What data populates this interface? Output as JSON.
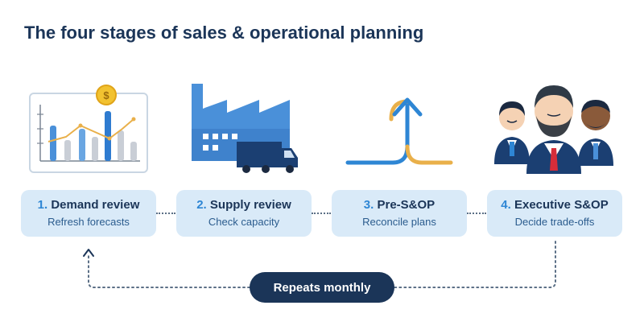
{
  "title": "The four stages of sales & operational planning",
  "stages": [
    {
      "number": "1.",
      "title": "Demand review",
      "subtitle": "Refresh forecasts"
    },
    {
      "number": "2.",
      "title": "Supply review",
      "subtitle": "Check capacity"
    },
    {
      "number": "3.",
      "title": "Pre-S&OP",
      "subtitle": "Reconcile plans"
    },
    {
      "number": "4.",
      "title": "Executive S&OP",
      "subtitle": "Decide trade-offs"
    }
  ],
  "loop": {
    "label": "Repeats monthly"
  },
  "illustrations": {
    "stage1": "demand-chart-with-dollar-coin",
    "stage2": "factory-and-delivery-truck",
    "stage3": "merging-arrows",
    "stage4": "three-executives"
  },
  "colors": {
    "navy": "#1b3558",
    "accent_blue": "#2e86d4",
    "box_fill": "#d9eaf8",
    "gold": "#e9b04a"
  }
}
